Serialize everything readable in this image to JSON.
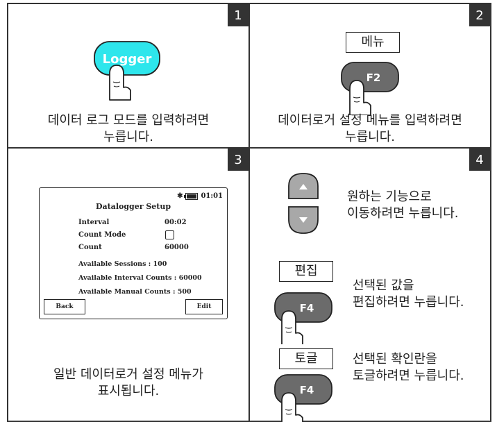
{
  "panels": [
    {
      "number": "1",
      "button_label": "Logger",
      "caption": "데이터 로그 모드를 입력하려면\n누릅니다."
    },
    {
      "number": "2",
      "softkey": "메뉴",
      "button_label": "F2",
      "caption": "데이터로거 설정 메뉴를 입력하려면\n누릅니다."
    },
    {
      "number": "3",
      "caption": "일반 데이터로거 설정 메뉴가\n표시됩니다.",
      "screen": {
        "status_time": "01:01",
        "title": "Datalogger Setup",
        "rows": [
          {
            "label": "Interval",
            "value": "00:02"
          },
          {
            "label": "Count Mode",
            "value": ""
          },
          {
            "label": "Count",
            "value": "60000"
          }
        ],
        "info": [
          "Available Sessions : 100",
          "Available Interval Counts :  60000",
          "Available Manual Counts : 500"
        ],
        "back_label": "Back",
        "edit_label": "Edit"
      }
    },
    {
      "number": "4",
      "arrows_text": "원하는 기능으로\n이동하려면 누릅니다.",
      "edit_softkey": "편집",
      "edit_button": "F4",
      "edit_text": "선택된 값을\n편집하려면 누릅니다.",
      "toggle_softkey": "토글",
      "toggle_button": "F4",
      "toggle_text": "선택된 확인란을\n토글하려면 누릅니다."
    }
  ],
  "colors": {
    "logger_button": "#2ee6ec",
    "function_button": "#6b6b6b",
    "nav_button": "#a8a8a8",
    "number_badge": "#333333"
  }
}
